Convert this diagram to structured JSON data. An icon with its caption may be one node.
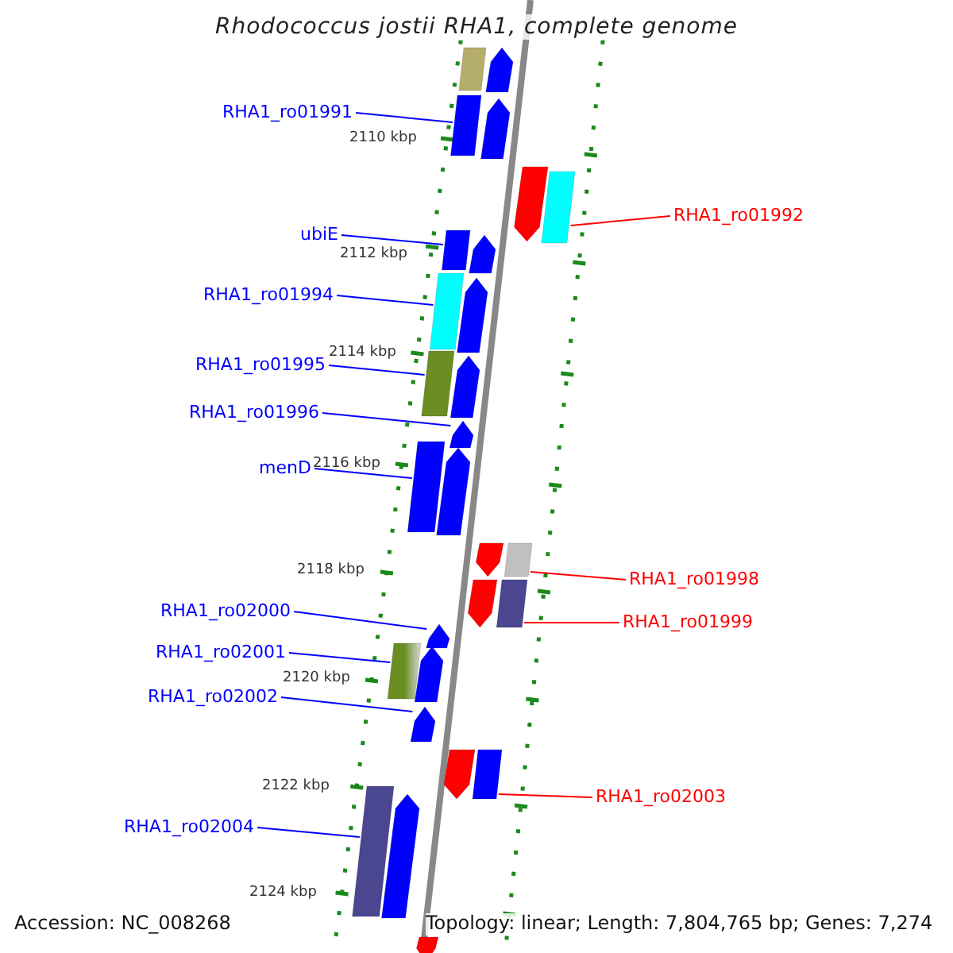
{
  "diagram": {
    "title": "Rhodococcus jostii RHA1, complete genome",
    "nodes": [
      {
        "text": [
          "RHA1_ro01991"
        ]
      },
      {
        "text": [
          "RHA1_ro01992"
        ]
      },
      {
        "text": [
          "ubiE"
        ]
      },
      {
        "text": [
          "RHA1_ro01994"
        ]
      },
      {
        "text": [
          "RHA1_ro01995"
        ]
      },
      {
        "text": [
          "RHA1_ro01996"
        ]
      },
      {
        "text": [
          "menD"
        ]
      },
      {
        "text": [
          "RHA1_ro01998"
        ]
      },
      {
        "text": [
          "RHA1_ro01999"
        ]
      },
      {
        "text": [
          "RHA1_ro02000"
        ]
      },
      {
        "text": [
          "RHA1_ro02001"
        ]
      },
      {
        "text": [
          "RHA1_ro02002"
        ]
      },
      {
        "text": [
          "RHA1_ro02003"
        ]
      },
      {
        "text": [
          "RHA1_ro02004"
        ]
      },
      {
        "text": [],
        "shape": "box"
      },
      {
        "text": [],
        "shape": "pentagon"
      },
      {
        "text": [],
        "shape": "box"
      },
      {
        "text": [],
        "shape": "pentagon"
      },
      {
        "text": [],
        "shape": "pentagon"
      },
      {
        "text": [],
        "shape": "box"
      },
      {
        "text": [],
        "shape": "box"
      },
      {
        "text": [],
        "shape": "pentagon"
      },
      {
        "text": [],
        "shape": "box"
      },
      {
        "text": [],
        "shape": "pentagon"
      },
      {
        "text": [],
        "shape": "box"
      },
      {
        "text": [],
        "shape": "pentagon"
      },
      {
        "text": [],
        "shape": "pentagon"
      },
      {
        "text": [],
        "shape": "box"
      },
      {
        "text": [],
        "shape": "pentagon"
      },
      {
        "text": [],
        "shape": "pentagon"
      },
      {
        "text": [],
        "shape": "box"
      },
      {
        "text": [],
        "shape": "pentagon"
      },
      {
        "text": [],
        "shape": "box"
      },
      {
        "text": [],
        "shape": "pentagon"
      },
      {
        "text": [],
        "shape": "box"
      },
      {
        "text": [],
        "shape": "pentagon"
      },
      {
        "text": [],
        "shape": "pentagon"
      },
      {
        "text": [],
        "shape": "pentagon"
      },
      {
        "text": [],
        "shape": "box"
      },
      {
        "text": [],
        "shape": "box"
      },
      {
        "text": [],
        "shape": "pentagon"
      },
      {
        "text": [],
        "shape": "pentagon"
      }
    ],
    "edges": [
      {
        "from": 0,
        "to": 16,
        "arrow": "none"
      },
      {
        "from": 1,
        "to": 19,
        "arrow": "none",
        "color": "#ff0000"
      },
      {
        "from": 2,
        "to": 20,
        "arrow": "none"
      },
      {
        "from": 3,
        "to": 22,
        "arrow": "none"
      },
      {
        "from": 4,
        "to": 24,
        "arrow": "none"
      },
      {
        "from": 5,
        "to": 26,
        "arrow": "none"
      },
      {
        "from": 6,
        "to": 27,
        "arrow": "none"
      },
      {
        "from": 7,
        "to": 30,
        "arrow": "none",
        "color": "#ff0000"
      },
      {
        "from": 8,
        "to": 32,
        "arrow": "none",
        "color": "#ff0000"
      },
      {
        "from": 9,
        "to": 33,
        "arrow": "none"
      },
      {
        "from": 10,
        "to": 34,
        "arrow": "none"
      },
      {
        "from": 11,
        "to": 36,
        "arrow": "none"
      },
      {
        "from": 12,
        "to": 38,
        "arrow": "none",
        "color": "#ff0000"
      },
      {
        "from": 13,
        "to": 39,
        "arrow": "none"
      }
    ],
    "labels": [
      "2110 kbp",
      "2112 kbp",
      "2114 kbp",
      "2116 kbp",
      "2118 kbp",
      "2120 kbp",
      "2122 kbp",
      "2124 kbp",
      "Accession: NC_008268",
      "Topology: linear; Length: 7,804,765 bp; Genes: 7,274"
    ]
  }
}
